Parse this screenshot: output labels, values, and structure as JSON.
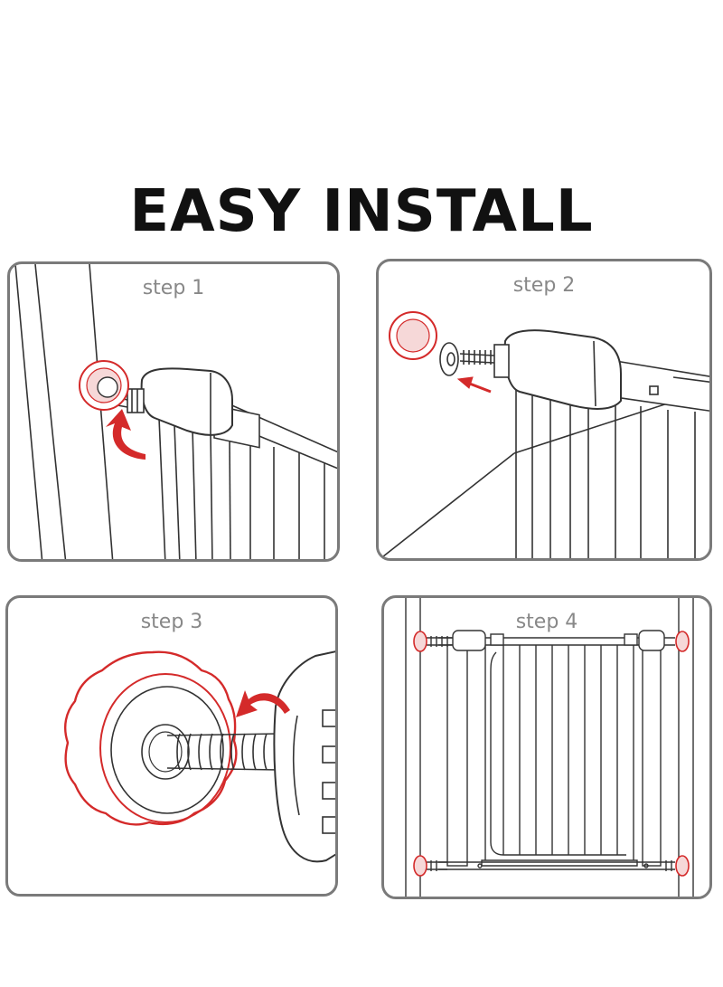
{
  "title": "EASY INSTALL",
  "steps": [
    {
      "label": "step 1"
    },
    {
      "label": "step 2"
    },
    {
      "label": "step 3"
    },
    {
      "label": "step 4"
    }
  ],
  "colors": {
    "accent": "#d42a2a",
    "line": "#333333",
    "border": "#7a7a7a",
    "label": "#888888",
    "wall_pad": "#e8a0a0"
  }
}
